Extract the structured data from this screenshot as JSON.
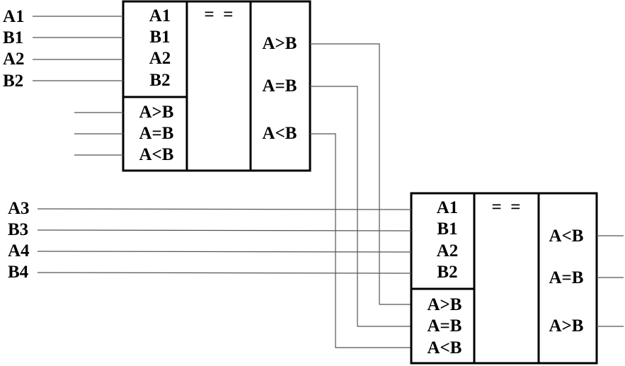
{
  "comparator_1": {
    "inputs": [
      "A1",
      "B1",
      "A2",
      "B2"
    ],
    "cascade_inputs": [
      "A>B",
      "A=B",
      "A<B"
    ],
    "function_symbol": "=  =",
    "outputs": [
      "A>B",
      "A=B",
      "A<B"
    ]
  },
  "external_inputs_1": [
    "A1",
    "B1",
    "A2",
    "B2"
  ],
  "comparator_2": {
    "inputs": [
      "A1",
      "B1",
      "A2",
      "B2"
    ],
    "cascade_inputs": [
      "A>B",
      "A=B",
      "A<B"
    ],
    "function_symbol": "=  =",
    "outputs": [
      "A<B",
      "A=B",
      "A>B"
    ]
  },
  "external_inputs_2": [
    "A3",
    "B3",
    "A4",
    "B4"
  ]
}
